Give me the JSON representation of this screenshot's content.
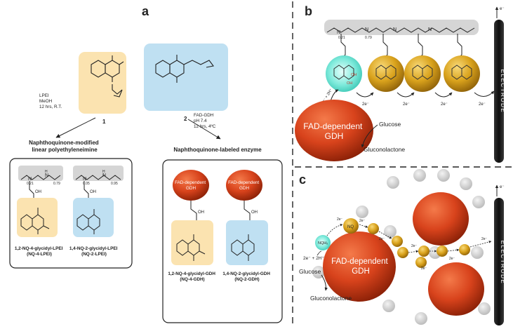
{
  "panels": {
    "a": "a",
    "b": "b",
    "c": "c"
  },
  "compounds": {
    "c1_number": "1",
    "c2_number": "2"
  },
  "conditions": {
    "left": [
      "LPEI",
      "MeOH",
      "12 hrs, R.T."
    ],
    "right": [
      "FAD-GDH",
      "pH 7.4",
      "12 hrs, 4ºC"
    ]
  },
  "headings": {
    "left": [
      "Naphthoquinone-modified",
      "linear polyethyleneimine"
    ],
    "right": "Naphthoquinone-labeled enzyme"
  },
  "polymer": {
    "nq4_ratio_a": "0.21",
    "nq4_ratio_b": "0.79",
    "nq2_ratio_a": "0.05",
    "nq2_ratio_b": "0.95",
    "panel_b_ratio_a": "0.21",
    "panel_b_ratio_b": "0.79",
    "atom_N": "N",
    "atom_H": "H",
    "atom_OH": "OH",
    "atom_O": "O"
  },
  "products": {
    "nq4_lpei": [
      "1,2-NQ-4-glycidyl-LPEI",
      "(NQ-4-LPEI)"
    ],
    "nq2_lpei": [
      "1,4-NQ-2-glycidyl-LPEI",
      "(NQ-2-LPEI)"
    ],
    "nq4_gdh": [
      "1,2-NQ-4-glycidyl-GDH",
      "(NQ-4-GDH)"
    ],
    "nq2_gdh": [
      "1,4-NQ-2-glycidyl-GDH",
      "(NQ-2-GDH)"
    ]
  },
  "enzyme": {
    "small_label": [
      "FAD-dependent",
      "GDH"
    ],
    "large_label": [
      "FAD-dependent",
      "GDH"
    ]
  },
  "panel_b": {
    "proton_eq": "2e⁻ + 2H⁺",
    "electron": "2e⁻",
    "glucose": "Glucose",
    "gluconolactone": "Gluconolactone",
    "electrode": "ELECTRODE",
    "electrode_e": "e⁻"
  },
  "panel_c": {
    "nqh2": "NQH₂",
    "nq": "NQ",
    "proton_eq": "2e⁻ + 2H⁺",
    "electron": "2e⁻",
    "glucose": "Glucose",
    "gluconolactone": "Gluconolactone",
    "electrode": "ELECTRODE",
    "electrode_e": "e⁻"
  },
  "colors": {
    "yellow_bg": "#FBE3B0",
    "blue_bg": "#BFE0F2",
    "enzyme": "#D8431C",
    "gold_sphere": "#D9A21C",
    "teal_sphere": "#5FE2D0",
    "electrode": "#1A1A1A",
    "grey_band": "#D5D5D5"
  }
}
